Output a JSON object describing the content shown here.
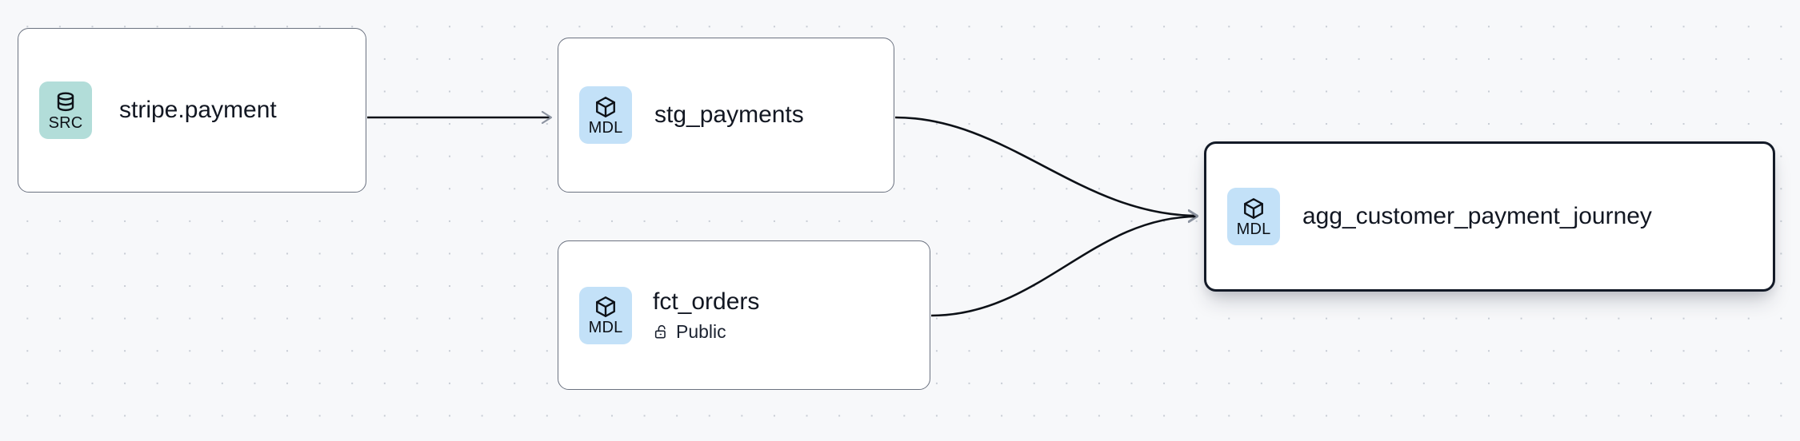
{
  "graph": {
    "background_color": "#f7f8fa",
    "grid": "dot-grid",
    "nodes": [
      {
        "id": "stripe-payment",
        "title": "stripe.payment",
        "badge_label": "SRC",
        "badge_icon": "database-icon",
        "badge_color": "#b2ddd9",
        "selected": false,
        "subtitle": null
      },
      {
        "id": "stg-payments",
        "title": "stg_payments",
        "badge_label": "MDL",
        "badge_icon": "cube-icon",
        "badge_color": "#c3e1f8",
        "selected": false,
        "subtitle": null
      },
      {
        "id": "fct-orders",
        "title": "fct_orders",
        "badge_label": "MDL",
        "badge_icon": "cube-icon",
        "badge_color": "#c3e1f8",
        "selected": false,
        "subtitle": "Public",
        "subtitle_icon": "unlock-icon"
      },
      {
        "id": "agg-customer-payment-journey",
        "title": "agg_customer_payment_journey",
        "badge_label": "MDL",
        "badge_icon": "cube-icon",
        "badge_color": "#c3e1f8",
        "selected": true,
        "subtitle": null
      }
    ],
    "edges": [
      {
        "from": "stripe-payment",
        "to": "stg-payments",
        "style": "straight"
      },
      {
        "from": "stg-payments",
        "to": "agg-customer-payment-journey",
        "style": "bezier"
      },
      {
        "from": "fct-orders",
        "to": "agg-customer-payment-journey",
        "style": "bezier"
      }
    ],
    "edge_color": "#0d1117",
    "selected_border_color": "#131a27"
  }
}
